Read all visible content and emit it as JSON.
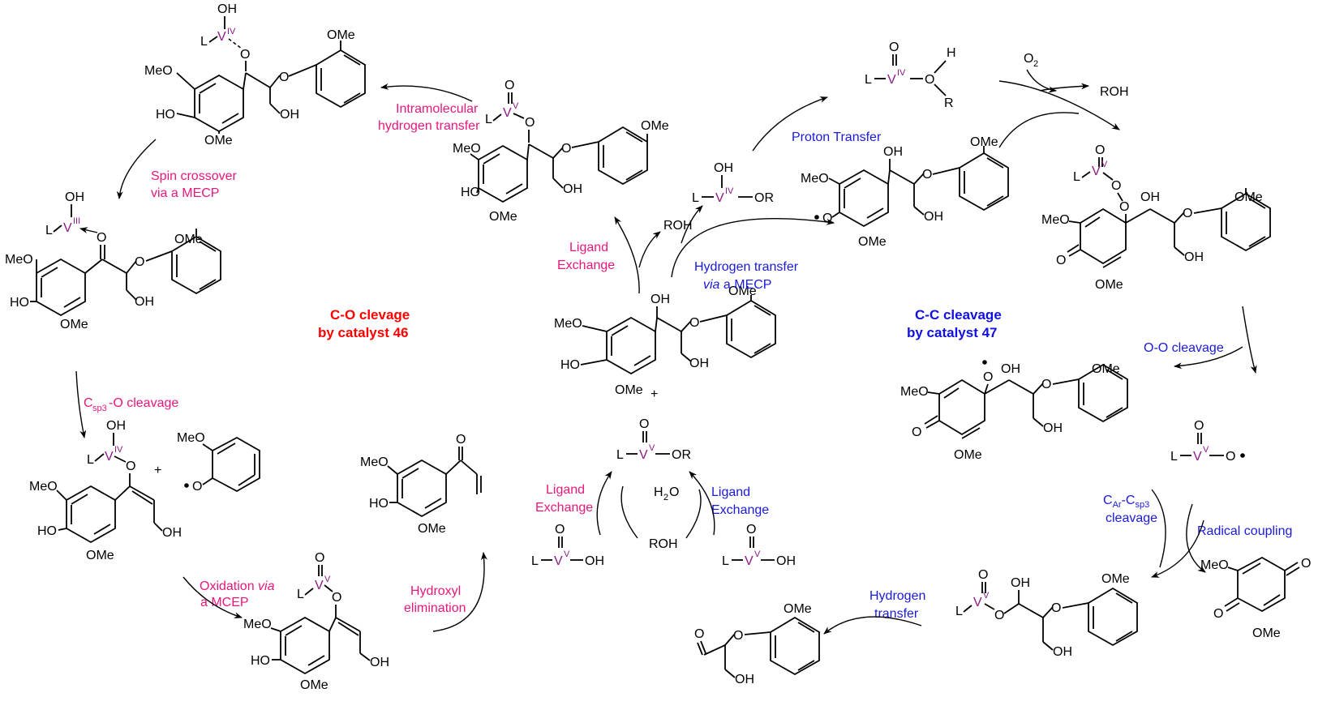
{
  "titles": {
    "co_line1": "C-O clevage",
    "co_line2": "by catalyst 46",
    "cc_line1": "C-C cleavage",
    "cc_line2": "by catalyst 47"
  },
  "steps": {
    "intramolecular_1": "Intramolecular",
    "intramolecular_2": "hydrogen transfer",
    "spin_1": "Spin crossover",
    "spin_2": "via a MECP",
    "csp3_main": "C",
    "csp3_sub": "sp3",
    "csp3_rest": "-O cleavage",
    "oxid_1a": "Oxidation ",
    "oxid_1b": "via",
    "oxid_2": "a MCEP",
    "hydroxyl_1": "Hydroxyl",
    "hydroxyl_2": "elimination",
    "ligand_ex_pink_1": "Ligand",
    "ligand_ex_pink_2": "Exchange",
    "ligand_top_1": "Ligand",
    "ligand_top_2": "Exchange",
    "ligand_ex_blue_1": "Ligand",
    "ligand_ex_blue_2": "Exchange",
    "htrans_mecp_1": "Hydrogen transfer",
    "htrans_mecp_2a": "via",
    "htrans_mecp_2b": " a MECP",
    "proton_transfer": "Proton Transfer",
    "oo_cleavage": "O-O cleavage",
    "car_1a": "C",
    "car_1b": "Ar",
    "car_1c": "-C",
    "car_1d": "sp3",
    "car_2": "cleavage",
    "radical_coupling": "Radical coupling",
    "htrans_1": "Hydrogen",
    "htrans_2": "transfer"
  },
  "species": {
    "roh": "ROH",
    "h2o": "H",
    "h2o_sub": "2",
    "h2o_end": "O",
    "o2": "O",
    "o2_sub": "2",
    "plus": "+",
    "ome": "OMe",
    "meo": "MeO",
    "ho": "HO",
    "oh": "OH",
    "o": "O",
    "l": "L",
    "v": "V",
    "or": "OR",
    "r": "R",
    "h": "H",
    "ox_iv": "IV",
    "ox_v": "V",
    "ox_iii": "III"
  },
  "colors": {
    "pink_step": "#e8177c",
    "blue_step": "#1a1adb",
    "co_title": "#ff0000",
    "cc_title": "#1010e0",
    "vanadium": "#8b1a89"
  }
}
